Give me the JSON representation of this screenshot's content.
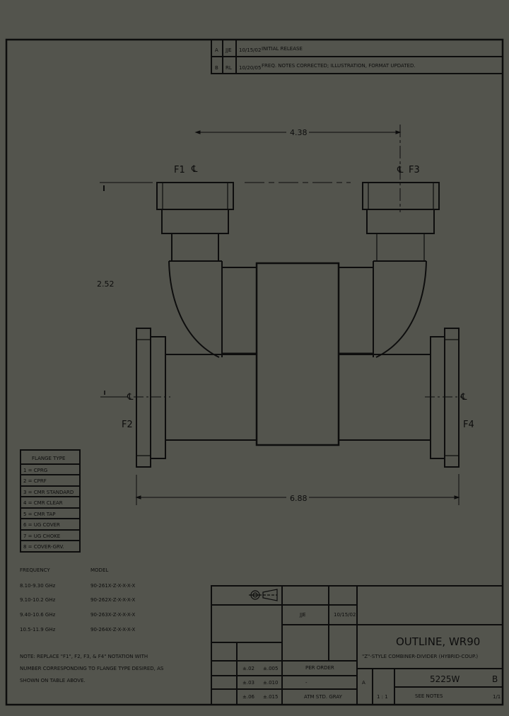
{
  "colors": {
    "background": "#53544d",
    "ink": "#0d0d0d"
  },
  "revisions": [
    {
      "rev": "A",
      "by": "JJE",
      "date": "10/15/02",
      "description": "INITIAL RELEASE"
    },
    {
      "rev": "B",
      "by": "RL",
      "date": "10/20/05",
      "description": "FREQ. NOTES CORRECTED; ILLUSTRATION, FORMAT UPDATED."
    }
  ],
  "drawing": {
    "dimensions": {
      "top_span": "4.38",
      "height": "2.52",
      "bottom_span": "6.88"
    },
    "ports": {
      "f1": "F1",
      "f2": "F2",
      "f3": "F3",
      "f4": "F4",
      "centerline": "℄"
    }
  },
  "flange_table": {
    "header": "FLANGE TYPE",
    "rows": [
      "1 = CPRG",
      "2 = CPRF",
      "3 = CMR STANDARD",
      "4 = CMR CLEAR",
      "5 = CMR TAP",
      "6 = UG COVER",
      "7 = UG CHOKE",
      "8 = COVER-GRV."
    ]
  },
  "model_table": {
    "headers": {
      "frequency": "FREQUENCY",
      "model": "MODEL"
    },
    "rows": [
      {
        "frequency": "8.10-9.30 GHz",
        "model": "90-261X-Z-X-X-X-X"
      },
      {
        "frequency": "9.10-10.2 GHz",
        "model": "90-262X-Z-X-X-X-X"
      },
      {
        "frequency": "9.40-10.6 GHz",
        "model": "90-263X-Z-X-X-X-X"
      },
      {
        "frequency": "10.5-11.9 GHz",
        "model": "90-264X-Z-X-X-X-X"
      }
    ]
  },
  "note": {
    "lines": [
      "NOTE:  REPLACE \"F1\", F2, F3, & F4\" NOTATION WITH",
      "NUMBER CORRESPONDING TO FLANGE TYPE DESIRED, AS",
      "SHOWN ON TABLE ABOVE."
    ]
  },
  "title_block": {
    "drawn_by": "JJE",
    "drawn_date": "10/15/02",
    "title": "OUTLINE, WR90",
    "subtitle": "\"Z\"-STYLE COMBINER-DIVIDER (HYBRID-COUP.)",
    "tolerances": [
      {
        "a": "±.02",
        "b": "±.005",
        "value": "PER ORDER"
      },
      {
        "a": "±.03",
        "b": "±.010",
        "value": "-"
      },
      {
        "a": "±.06",
        "b": "±.015",
        "value": "ATM STD. GRAY"
      }
    ],
    "size": "A",
    "drawing_number": "5225W",
    "revision": "B",
    "scale": "1 : 1",
    "weight": "SEE NOTES",
    "sheet": "1/1"
  }
}
